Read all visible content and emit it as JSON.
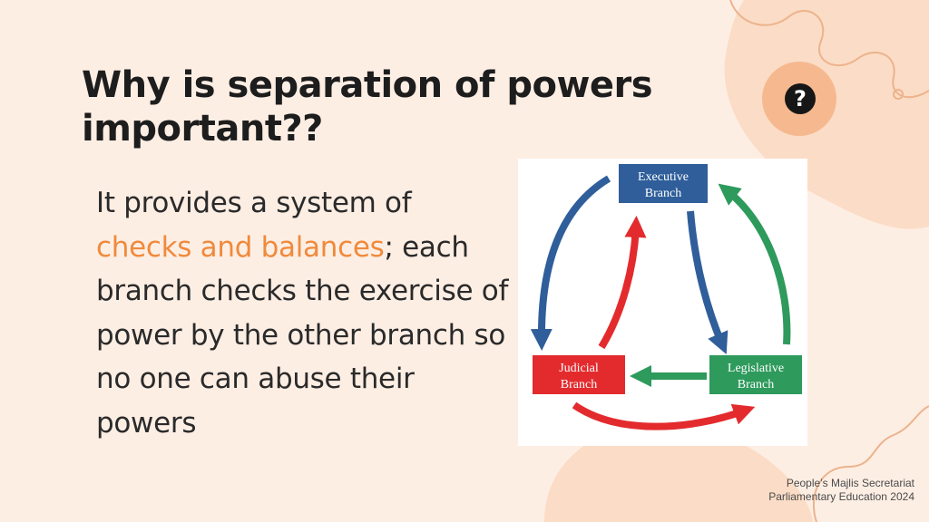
{
  "slide": {
    "title": "Why is separation of powers important??",
    "body_prefix": "It provides a system of ",
    "body_highlight": "checks and balances",
    "body_suffix": "; each branch checks the exercise of power by the other branch so no one can abuse their powers",
    "help_glyph": "?"
  },
  "diagram": {
    "executive": [
      "Executive",
      "Branch"
    ],
    "judicial": [
      "Judicial",
      "Branch"
    ],
    "legislative": [
      "Legislative",
      "Branch"
    ],
    "colors": {
      "executive": "#2f5e9a",
      "judicial": "#e32b2e",
      "legislative": "#2e9a5c",
      "arrow_blue": "#2f5e9a",
      "arrow_red": "#e32b2e",
      "arrow_green": "#2e9a5c"
    }
  },
  "footer": {
    "line1": "People’s Majlis Secretariat",
    "line2": "Parliamentary Education 2024"
  },
  "theme": {
    "background": "#fdeee4",
    "blob": "#fbdcc6",
    "accent": "#f08a3c",
    "squiggle": "#ecb38c"
  }
}
